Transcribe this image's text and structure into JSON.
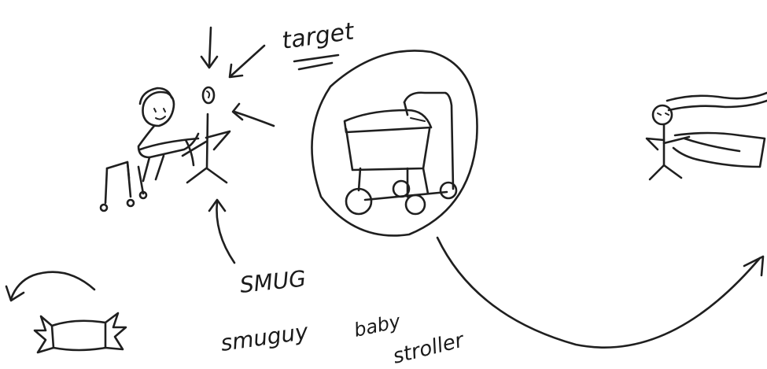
{
  "labels": {
    "target": "target",
    "smug": "SMUG",
    "smuguy": "smuguy",
    "baby": "baby",
    "stroller": "stroller"
  },
  "colors": {
    "ink": "#1f1f1f",
    "background": "#ffffff"
  }
}
